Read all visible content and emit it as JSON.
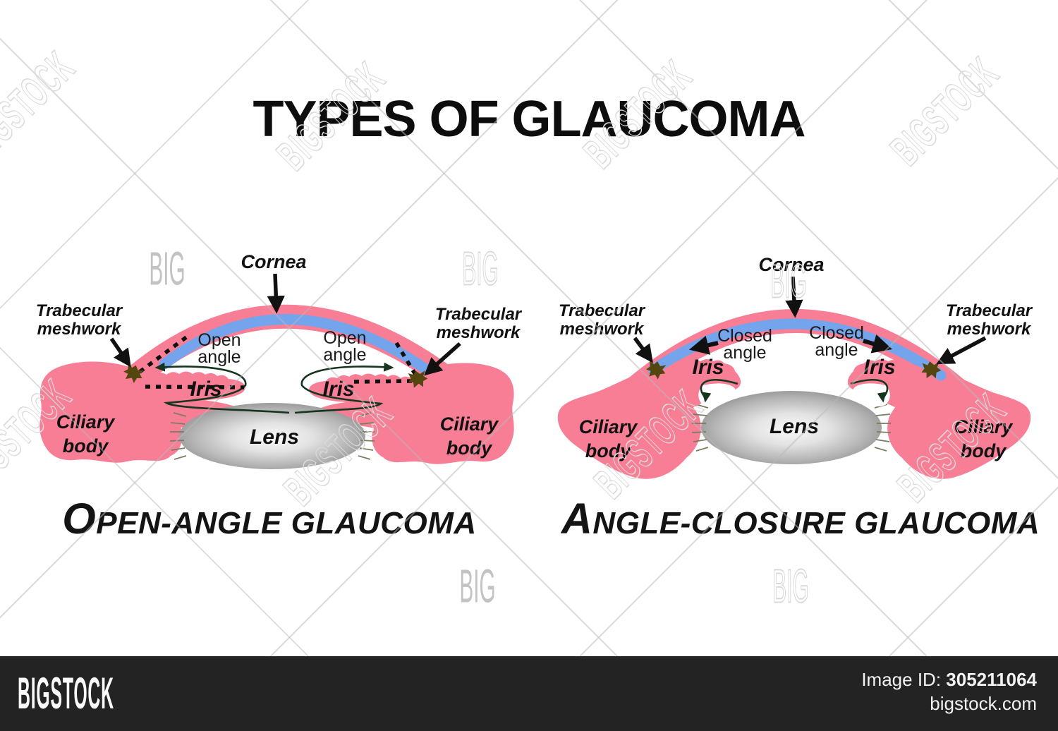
{
  "title": "TYPES OF GLAUCOMA",
  "watermarks": {
    "big": "BIG",
    "bigstock": "BIGSTOCK"
  },
  "open_angle": {
    "caption_initial": "O",
    "caption_rest": "PEN-ANGLE GLAUCOMA",
    "cornea": "Cornea",
    "trabecular_line1": "Trabecular",
    "trabecular_line2": "meshwork",
    "angle_line1": "Open",
    "angle_line2": "angle",
    "iris": "Iris",
    "ciliary_line1": "Ciliary",
    "ciliary_line2": "body",
    "lens": "Lens"
  },
  "angle_closure": {
    "caption_initial": "A",
    "caption_rest": "NGLE-CLOSURE GLAUCOMA",
    "cornea": "Cornea",
    "trabecular_line1": "Trabecular",
    "trabecular_line2": "meshwork",
    "angle_line1": "Closed",
    "angle_line2": "angle",
    "iris": "Iris",
    "ciliary_line1": "Ciliary",
    "ciliary_line2": "body",
    "lens": "Lens"
  },
  "footer": {
    "brand": "BIGSTOCK",
    "image_id_label": "Image ID:",
    "image_id": "305211064",
    "site": "bigstock.com"
  },
  "colors": {
    "sclera_pink": "#F87E96",
    "cornea_blue": "#74A4EC",
    "meshwork_brown": "#55460F",
    "flow_green": "#16351F",
    "label_black": "#111111",
    "footer_bg": "#232323",
    "watermark_gray": "#D8D8D8"
  }
}
